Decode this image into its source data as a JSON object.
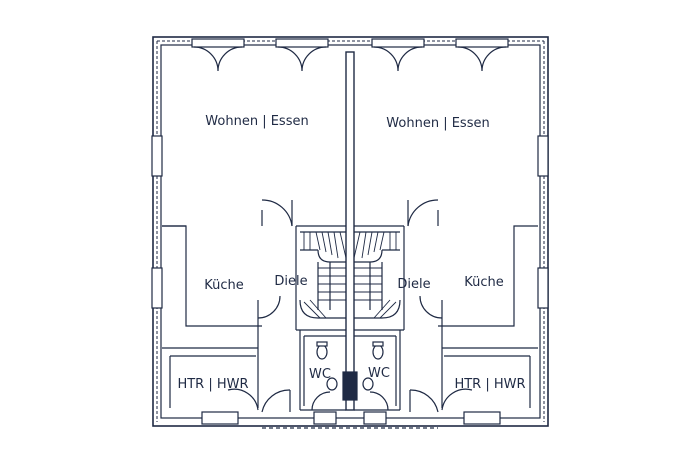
{
  "colors": {
    "line": "#1f2a44",
    "wall": "#1f2a44",
    "bg": "#ffffff"
  },
  "rooms": {
    "left_living": "Wohnen | Essen",
    "right_living": "Wohnen | Essen",
    "left_kitchen": "Küche",
    "right_kitchen": "Küche",
    "left_hall": "Diele",
    "right_hall": "Diele",
    "left_utility": "HTR | HWR",
    "right_utility": "HTR | HWR",
    "left_wc": "WC",
    "right_wc": "WC"
  }
}
